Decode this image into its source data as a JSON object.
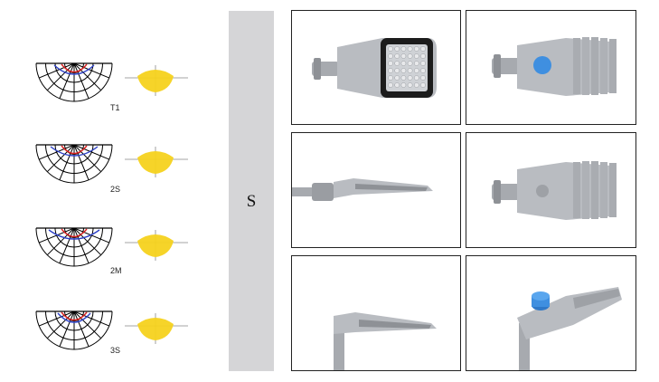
{
  "series": {
    "letter": "S"
  },
  "distributions": [
    {
      "label": "T1"
    },
    {
      "label": "2S"
    },
    {
      "label": "2M"
    },
    {
      "label": "3S"
    }
  ],
  "products": [
    {
      "view": "bottom-view-led-module"
    },
    {
      "view": "top-view-with-sensor"
    },
    {
      "view": "side-view"
    },
    {
      "view": "top-view-plain"
    },
    {
      "view": "side-view-on-pole"
    },
    {
      "view": "perspective-with-sensor"
    }
  ],
  "colors": {
    "band": "#d5d5d7",
    "housing": "#b9bcc1",
    "beam": "#f5d21e",
    "sensor": "#3f8fe0",
    "polar_red": "#d22",
    "polar_blue": "#2b3fc6"
  }
}
